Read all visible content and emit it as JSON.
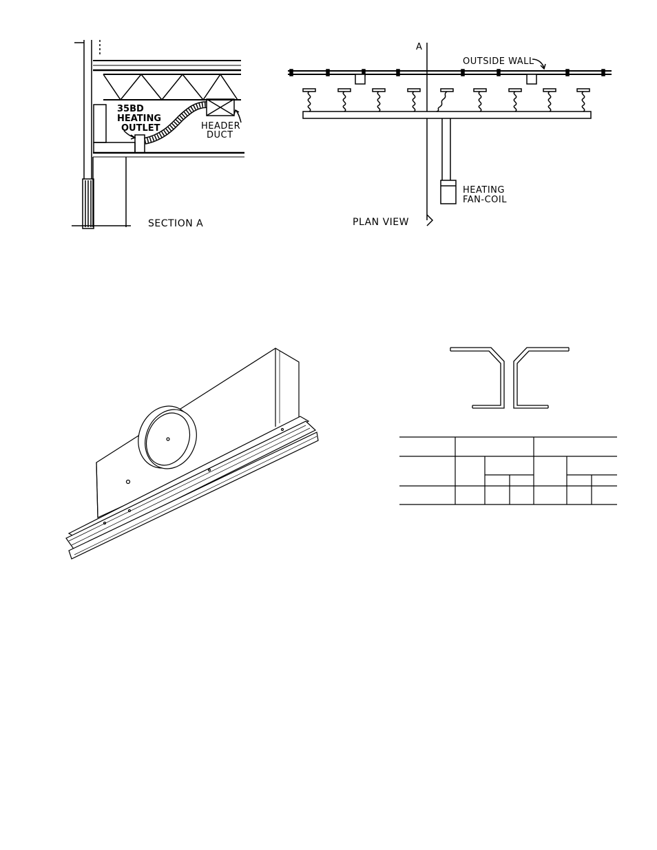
{
  "section_a": {
    "outlet_label_line1": "35BD",
    "outlet_label_line2": "HEATING",
    "outlet_label_line3": "OUTLET",
    "header_label_line1": "HEADER",
    "header_label_line2": "DUCT",
    "title": "SECTION A"
  },
  "plan_view": {
    "section_marker": "A",
    "outside_wall_label": "OUTSIDE WALL",
    "fan_coil_line1": "HEATING",
    "fan_coil_line2": "FAN-COIL",
    "title": "PLAN VIEW"
  },
  "table": {
    "rows": [
      [
        "",
        "",
        "",
        "",
        "",
        "",
        ""
      ],
      [
        "",
        "",
        "",
        "",
        "",
        "",
        ""
      ],
      [
        "",
        "",
        "",
        "",
        "",
        "",
        ""
      ]
    ]
  }
}
